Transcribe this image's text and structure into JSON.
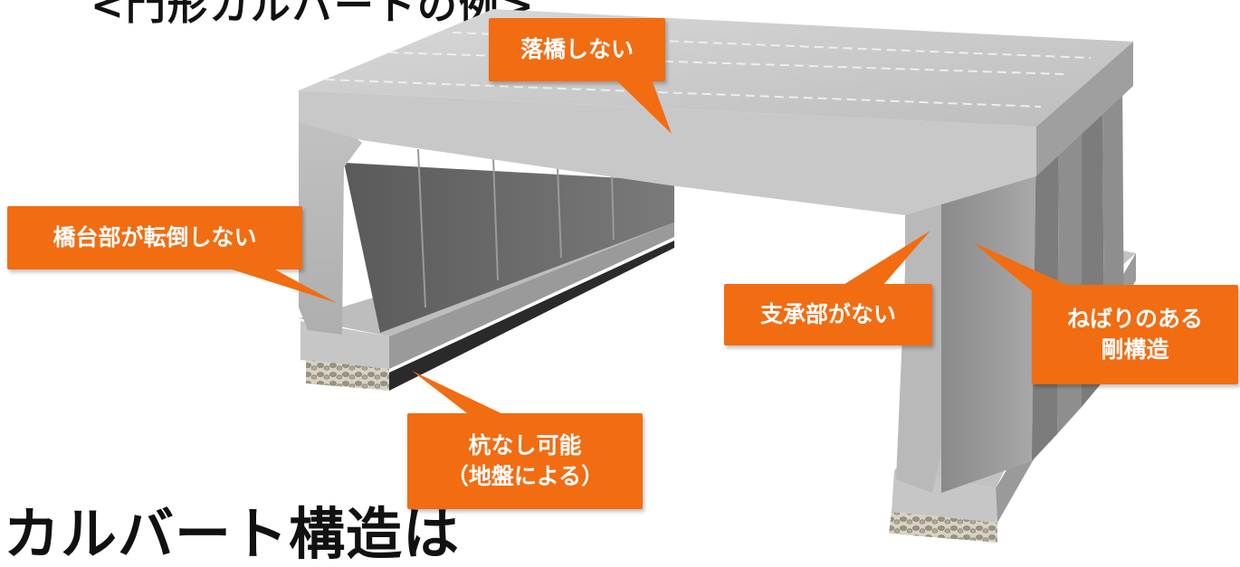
{
  "heading_top": "<門形カルバートの例>",
  "heading_bottom": "カルバート構造は",
  "colors": {
    "callout_bg": "#f26c12",
    "callout_text": "#ffffff",
    "concrete_light": "#c9c9c9",
    "concrete_dark": "#6a6a6a"
  },
  "callouts": {
    "no_fall": "落橋しない",
    "no_topple": "橋台部が転倒しない",
    "no_bearing": "支承部がない",
    "rigid": "ねばりのある\n剛構造",
    "no_pile": "杭なし可能\n（地盤による）"
  }
}
